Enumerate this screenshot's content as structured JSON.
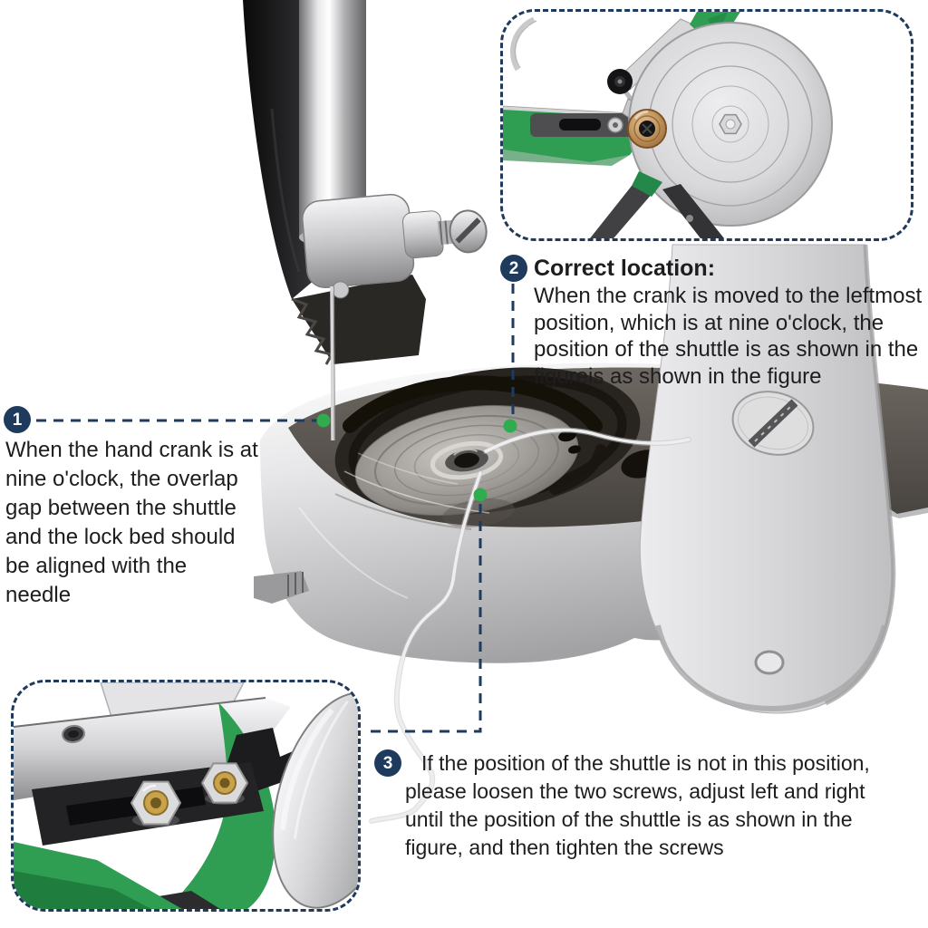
{
  "colors": {
    "accent_navy": "#1e3a5c",
    "marker_green": "#2fad4e",
    "text_dark": "#1d1d1f",
    "machine_green": "#2f9e53",
    "machine_green_dark": "#1e7c3c",
    "wood_tan": "#c49a62",
    "thread_white": "#eeeef0"
  },
  "annotations": [
    {
      "number": "1",
      "lines": [
        "When the hand crank is at",
        "nine o'clock, the overlap",
        "gap between the shuttle",
        "and the lock bed should",
        "be aligned with the",
        "needle"
      ]
    },
    {
      "number": "2",
      "title": "Correct location:",
      "lines": [
        "When the crank is moved to the leftmost",
        "position, which is at nine o'clock, the",
        "position of the shuttle is as shown in the",
        "figureis as shown in the figure"
      ]
    },
    {
      "number": "3",
      "lines": [
        "If the position of the shuttle is not in this position,",
        "please loosen the two screws, adjust left and right",
        "until the position of the shuttle is as shown in the",
        "figure, and then tighten the screws"
      ]
    }
  ],
  "figures": [
    {
      "name": "hand-crank-wheel-photo"
    },
    {
      "name": "shuttle-adjustment-screws-photo"
    }
  ]
}
